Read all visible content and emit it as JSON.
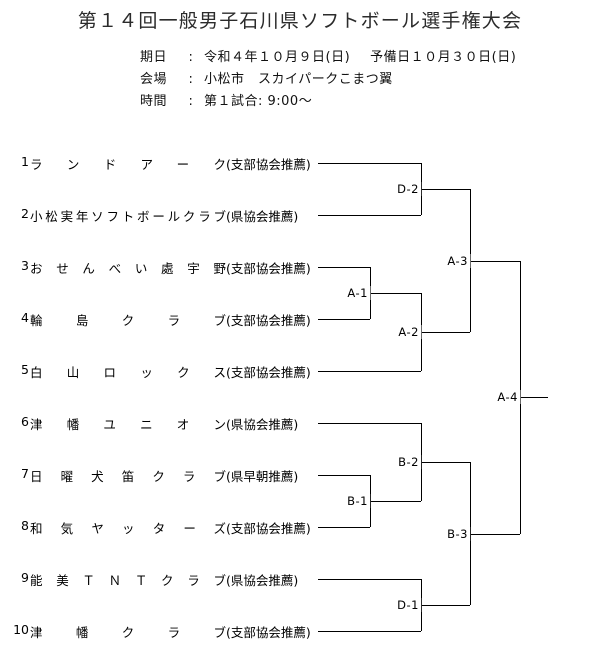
{
  "title": "第１４回一般男子石川県ソフトボール選手権大会",
  "info": [
    {
      "label": "期日",
      "colon": ":",
      "value": "令和４年１０月９日(日)",
      "value2": "予備日１０月３０日(日)"
    },
    {
      "label": "会場",
      "colon": ":",
      "value": "小松市　スカイパークこまつ翼",
      "value2": ""
    },
    {
      "label": "時間",
      "colon": ":",
      "value": "第１試合: 9:00～",
      "value2": ""
    }
  ],
  "teams": [
    {
      "num": "1",
      "name": "ランドアーク",
      "suffix": "(支部協会推薦)"
    },
    {
      "num": "2",
      "name": "小松実年ソフトボールクラブ",
      "suffix": "(県協会推薦)"
    },
    {
      "num": "3",
      "name": "おせんべい處宇野",
      "suffix": "(支部協会推薦)"
    },
    {
      "num": "4",
      "name": "輪島クラブ",
      "suffix": "(支部協会推薦)"
    },
    {
      "num": "5",
      "name": "白山ロックス",
      "suffix": "(支部協会推薦)"
    },
    {
      "num": "6",
      "name": "津幡ユニオン",
      "suffix": "(県協会推薦)"
    },
    {
      "num": "7",
      "name": "日曜犬笛クラブ",
      "suffix": "(県早朝推薦)"
    },
    {
      "num": "8",
      "name": "和気ヤッターズ",
      "suffix": "(支部協会推薦)"
    },
    {
      "num": "9",
      "name": "能美ＴＮＴクラブ",
      "suffix": "(県協会推薦)"
    },
    {
      "num": "10",
      "name": "津幡クラブ",
      "suffix": "(支部協会推薦)"
    }
  ],
  "matches": [
    {
      "id": "D-2",
      "label": "D-2"
    },
    {
      "id": "A-1",
      "label": "A-1"
    },
    {
      "id": "A-2",
      "label": "A-2"
    },
    {
      "id": "A-3",
      "label": "A-3"
    },
    {
      "id": "B-2",
      "label": "B-2"
    },
    {
      "id": "B-1",
      "label": "B-1"
    },
    {
      "id": "B-3",
      "label": "B-3"
    },
    {
      "id": "D-1",
      "label": "D-1"
    },
    {
      "id": "A-4",
      "label": "A-4"
    }
  ],
  "colors": {
    "line": "#000000",
    "text": "#000000",
    "title": "#2b2b2b"
  }
}
